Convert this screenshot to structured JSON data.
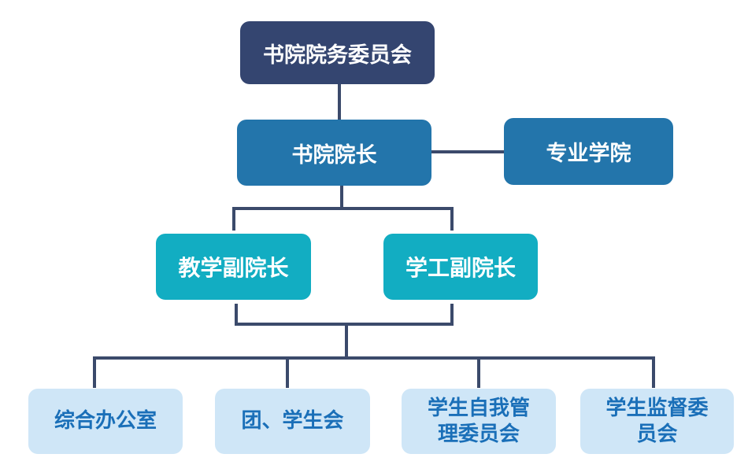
{
  "diagram": {
    "type": "org-chart",
    "colors": {
      "level0": "#344570",
      "level1": "#2375ab",
      "level2": "#12adc2",
      "level3": "#cfe6f7",
      "level3_text": "#1a6fb8",
      "connector": "#3b4a6b"
    },
    "nodes": {
      "committee": "书院院务委员会",
      "dean": "书院院长",
      "school": "专业学院",
      "vp_teaching": "教学副院长",
      "vp_student": "学工副院长",
      "office": "综合办公室",
      "league_union": "团、学生会",
      "self_management": "学生自我管理委员会",
      "supervision": "学生监督委员会"
    },
    "edges": [
      [
        "committee",
        "dean"
      ],
      [
        "dean",
        "school"
      ],
      [
        "dean",
        "vp_teaching"
      ],
      [
        "dean",
        "vp_student"
      ],
      [
        "vp_teaching",
        "office"
      ],
      [
        "vp_teaching",
        "league_union"
      ],
      [
        "vp_teaching",
        "self_management"
      ],
      [
        "vp_teaching",
        "supervision"
      ],
      [
        "vp_student",
        "office"
      ],
      [
        "vp_student",
        "league_union"
      ],
      [
        "vp_student",
        "self_management"
      ],
      [
        "vp_student",
        "supervision"
      ]
    ]
  }
}
